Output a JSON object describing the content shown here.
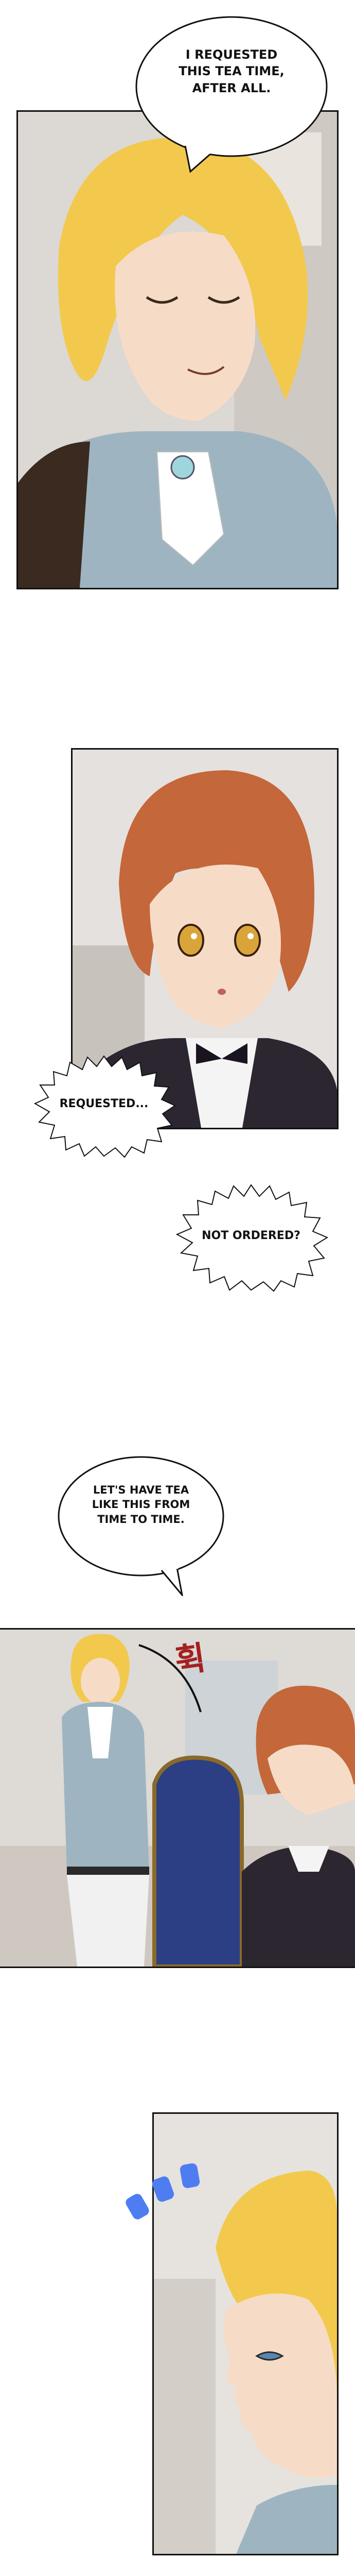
{
  "dialogue": {
    "line1": "I REQUESTED\nTHIS TEA TIME,\nAFTER ALL.",
    "line2": "REQUESTED...",
    "line3": "NOT ORDERED?",
    "line4": "LET'S HAVE TEA\nLIKE THIS FROM\nTIME TO TIME."
  },
  "sfx": {
    "hwik": "휙"
  },
  "colors": {
    "ink": "#111111",
    "sfx_red": "#a3211f",
    "hair_blond": "#f2c94c",
    "hair_brown": "#c4673a",
    "shirt_blue": "#9eb5c1",
    "vest_dark": "#2b2630",
    "speed_blue": "#4e7df2"
  }
}
